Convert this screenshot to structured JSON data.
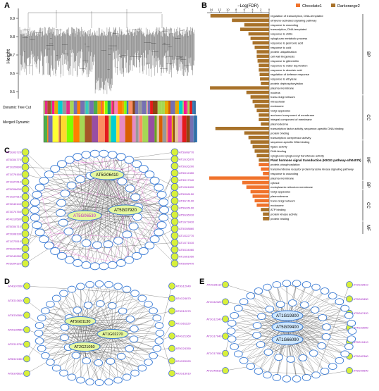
{
  "panels": {
    "A": {
      "label": "A",
      "ylabel": "Height",
      "yticks": [
        "0.9",
        "0.8",
        "0.7",
        "0.6",
        "0.5"
      ],
      "track1": "Dynamic Tree Cut",
      "track2": "Merged Dynamic"
    },
    "B": {
      "label": "B",
      "axis_title": "−Log(FDR)",
      "legend": [
        {
          "name": "Chocolate1",
          "color": "#f0732c"
        },
        {
          "name": "Darkorange2",
          "color": "#a8722a"
        }
      ],
      "axis_ticks": [
        "14",
        "12",
        "10",
        "8",
        "6",
        "4",
        "2",
        "0"
      ],
      "groups": [
        {
          "name": "BP",
          "start": 0,
          "end": 17
        },
        {
          "name": "CC",
          "start": 18,
          "end": 27
        },
        {
          "name": "MF",
          "start": 28,
          "end": 36
        },
        {
          "name": "BP",
          "start": 37,
          "end": 38
        },
        {
          "name": "CC",
          "start": 39,
          "end": 45
        },
        {
          "name": "MF",
          "start": 46,
          "end": 48
        }
      ]
    },
    "C": {
      "label": "C",
      "hubs": [
        "AT5G06410",
        "AT5G07920",
        "AT5G06530"
      ],
      "left_genes": [
        "AT5G03720",
        "AT5G04770",
        "AT1G20890",
        "AT1G76160",
        "AT1G27610",
        "AT5G06630",
        "AT1G27510",
        "AT3G40140",
        "AT3G74760",
        "AT4G19580",
        "AT5G04710",
        "AT2G08130",
        "AT1G73510",
        "AT5G01550",
        "AT5G40280",
        "AT5G04320"
      ],
      "right_genes": [
        "AT5G08770",
        "AT1G16370",
        "AT5G26200",
        "AT5G12450",
        "AT3G17940",
        "AT1G61890",
        "AT5G06150",
        "AT3G74100",
        "AT5G26100",
        "AT5G36010",
        "AT1G73410",
        "AT5G08860",
        "AT1G22770",
        "AT1G71510",
        "AT5G34060",
        "AT1G61050",
        "AT5G08470"
      ]
    },
    "D": {
      "label": "D",
      "hubs": [
        "AT5G01130",
        "AT1G02270",
        "AT2G21050"
      ],
      "left_genes": [
        "AT4G07000",
        "AT3G10620",
        "AT3G30500",
        "AT2G30550",
        "AT2G15760",
        "AT5G21330",
        "AT5G05610"
      ],
      "right_genes": [
        "AT3G12040",
        "AT4G24870",
        "AT3G12070",
        "AT1G61120",
        "AT4G21360",
        "AT5G24350",
        "AT4G20920",
        "AT2G15010"
      ]
    },
    "E": {
      "label": "E",
      "hubs": [
        "AT1G19300",
        "AT5G09400",
        "AT1G66090"
      ],
      "left_genes": [
        "AT2G28110",
        "AT3G42320",
        "AT3G12340",
        "AT2G17040",
        "AT2G17050",
        "AT2G46510"
      ],
      "right_genes": [
        "AT2G22510",
        "AT5G63450",
        "AT5G67420",
        "AT4G23060",
        "AT5G10410",
        "AT5G62360",
        "AT5G09590"
      ]
    }
  },
  "chart_data": [
    {
      "type": "bar",
      "title": "",
      "xlabel": "−Log(FDR)",
      "xlim": [
        0,
        15
      ],
      "categories": [
        "regulation of transcription, DNA-templated",
        "ethylene-activated signaling pathway",
        "response to wounding",
        "transcription, DNA-templated",
        "response to chitin",
        "xyloglucan metabolic process",
        "response to jasmonic acid",
        "response to cold",
        "protein ubiquitination",
        "cell wall biogenesis",
        "response to gibberellin",
        "response to water deprivation",
        "response to abscisic acid",
        "regulation of defense response",
        "response to ethylene",
        "protein dephosphorylation",
        "plasma membrane",
        "nucleus",
        "trans-Golgi network",
        "intracellular",
        "endosome",
        "Golgi apparatus",
        "anchored component of membrane",
        "integral component of membrane",
        "plasmodesma",
        "transcription factor activity, sequence-specific DNA binding",
        "protein binding",
        "transcription corepressor activity",
        "sequence-specific DNA binding",
        "ligase activity",
        "DNA binding",
        "xyloglucan:xyloglucosyl transferase activity",
        "Plant hormone signal transduction (KEGG pathway-ath04075)",
        "protein phosphorylation",
        "transmembrane receptor protein tyrosine kinase signaling pathway",
        "response to wounding",
        "plasma membrane",
        "cytosol",
        "endoplasmic reticulum membrane",
        "Golgi apparatus",
        "plasmodesma",
        "trans-Golgi network",
        "endosome",
        "ATP binding",
        "protein kinase activity",
        "protein binding"
      ],
      "series": [
        {
          "name": "Darkorange2",
          "values": [
            14.2,
            9.0,
            6.0,
            7.0,
            5.0,
            4.5,
            4.0,
            3.5,
            3.0,
            3.0,
            2.8,
            2.5,
            2.5,
            2.3,
            2.2,
            2.0,
            14.3,
            5.5,
            4.5,
            4.0,
            3.5,
            3.0,
            2.5,
            2.5,
            2.0,
            13.0,
            6.0,
            5.0,
            4.5,
            4.0,
            3.5,
            3.0,
            2.5,
            0,
            0,
            0,
            0,
            0,
            0,
            0,
            0,
            0,
            0,
            2.0,
            1.5,
            1.5
          ]
        },
        {
          "name": "Chocolate1",
          "values": [
            0,
            0,
            0,
            0,
            0,
            0,
            0,
            0,
            0,
            0,
            0,
            0,
            0,
            0,
            0,
            0,
            0,
            0,
            0,
            0,
            0,
            0,
            0,
            0,
            0,
            0,
            0,
            0,
            0,
            0,
            0,
            0,
            0,
            2.5,
            2.0,
            1.5,
            14.5,
            6.5,
            5.5,
            4.5,
            4.0,
            3.5,
            3.0,
            4.5,
            4.0,
            3.5
          ]
        }
      ]
    }
  ]
}
